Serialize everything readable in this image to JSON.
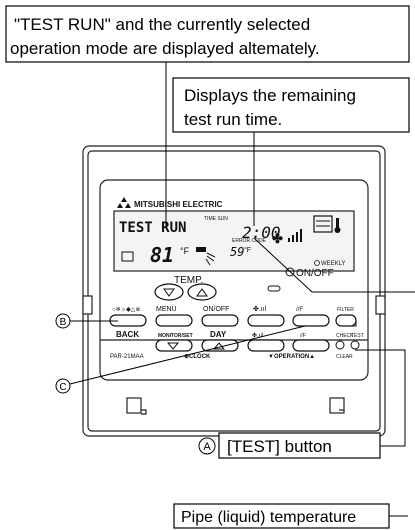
{
  "callouts": {
    "top_line1": "\"TEST RUN\" and the currently selected",
    "top_line2": "operation mode are displayed altemately.",
    "time_line1": "Displays the remaining",
    "time_line2": "test run time.",
    "test_button": "[TEST] button",
    "pipe_temp": "Pipe (liquid) temperature"
  },
  "markers": {
    "a": "A",
    "b": "B",
    "c": "C"
  },
  "remote": {
    "brand": "MITSUBISHI ELECTRIC",
    "model": "PAR-21MAA",
    "display": {
      "test_run": "TEST RUN",
      "time_sun": "TIME SUN",
      "time_value": "2:00",
      "error_code": "ERROR CODE",
      "setpoint": "81",
      "unit_f": "°F",
      "pipe_value": "59",
      "weekly": "WEEKLY"
    },
    "labels": {
      "temp": "TEMP.",
      "on_off": "ON/OFF",
      "mode_icons": "○❄☼◆△※",
      "menu": "MENU",
      "on_off_small": "ON/OFF",
      "fan": "✤.ııl",
      "louver": "//F",
      "filter": "FILTER",
      "back": "BACK",
      "monitor": "MONITOR/SET",
      "day": "DAY",
      "check": "CHECK",
      "test": "TEST",
      "clock": "⊕CLOCK",
      "operation": "▼OPERATION▲",
      "clear": "CLEAR"
    }
  },
  "colors": {
    "line": "#000000",
    "frame": "#222222",
    "lcd_bg": "#f4f4f4"
  }
}
